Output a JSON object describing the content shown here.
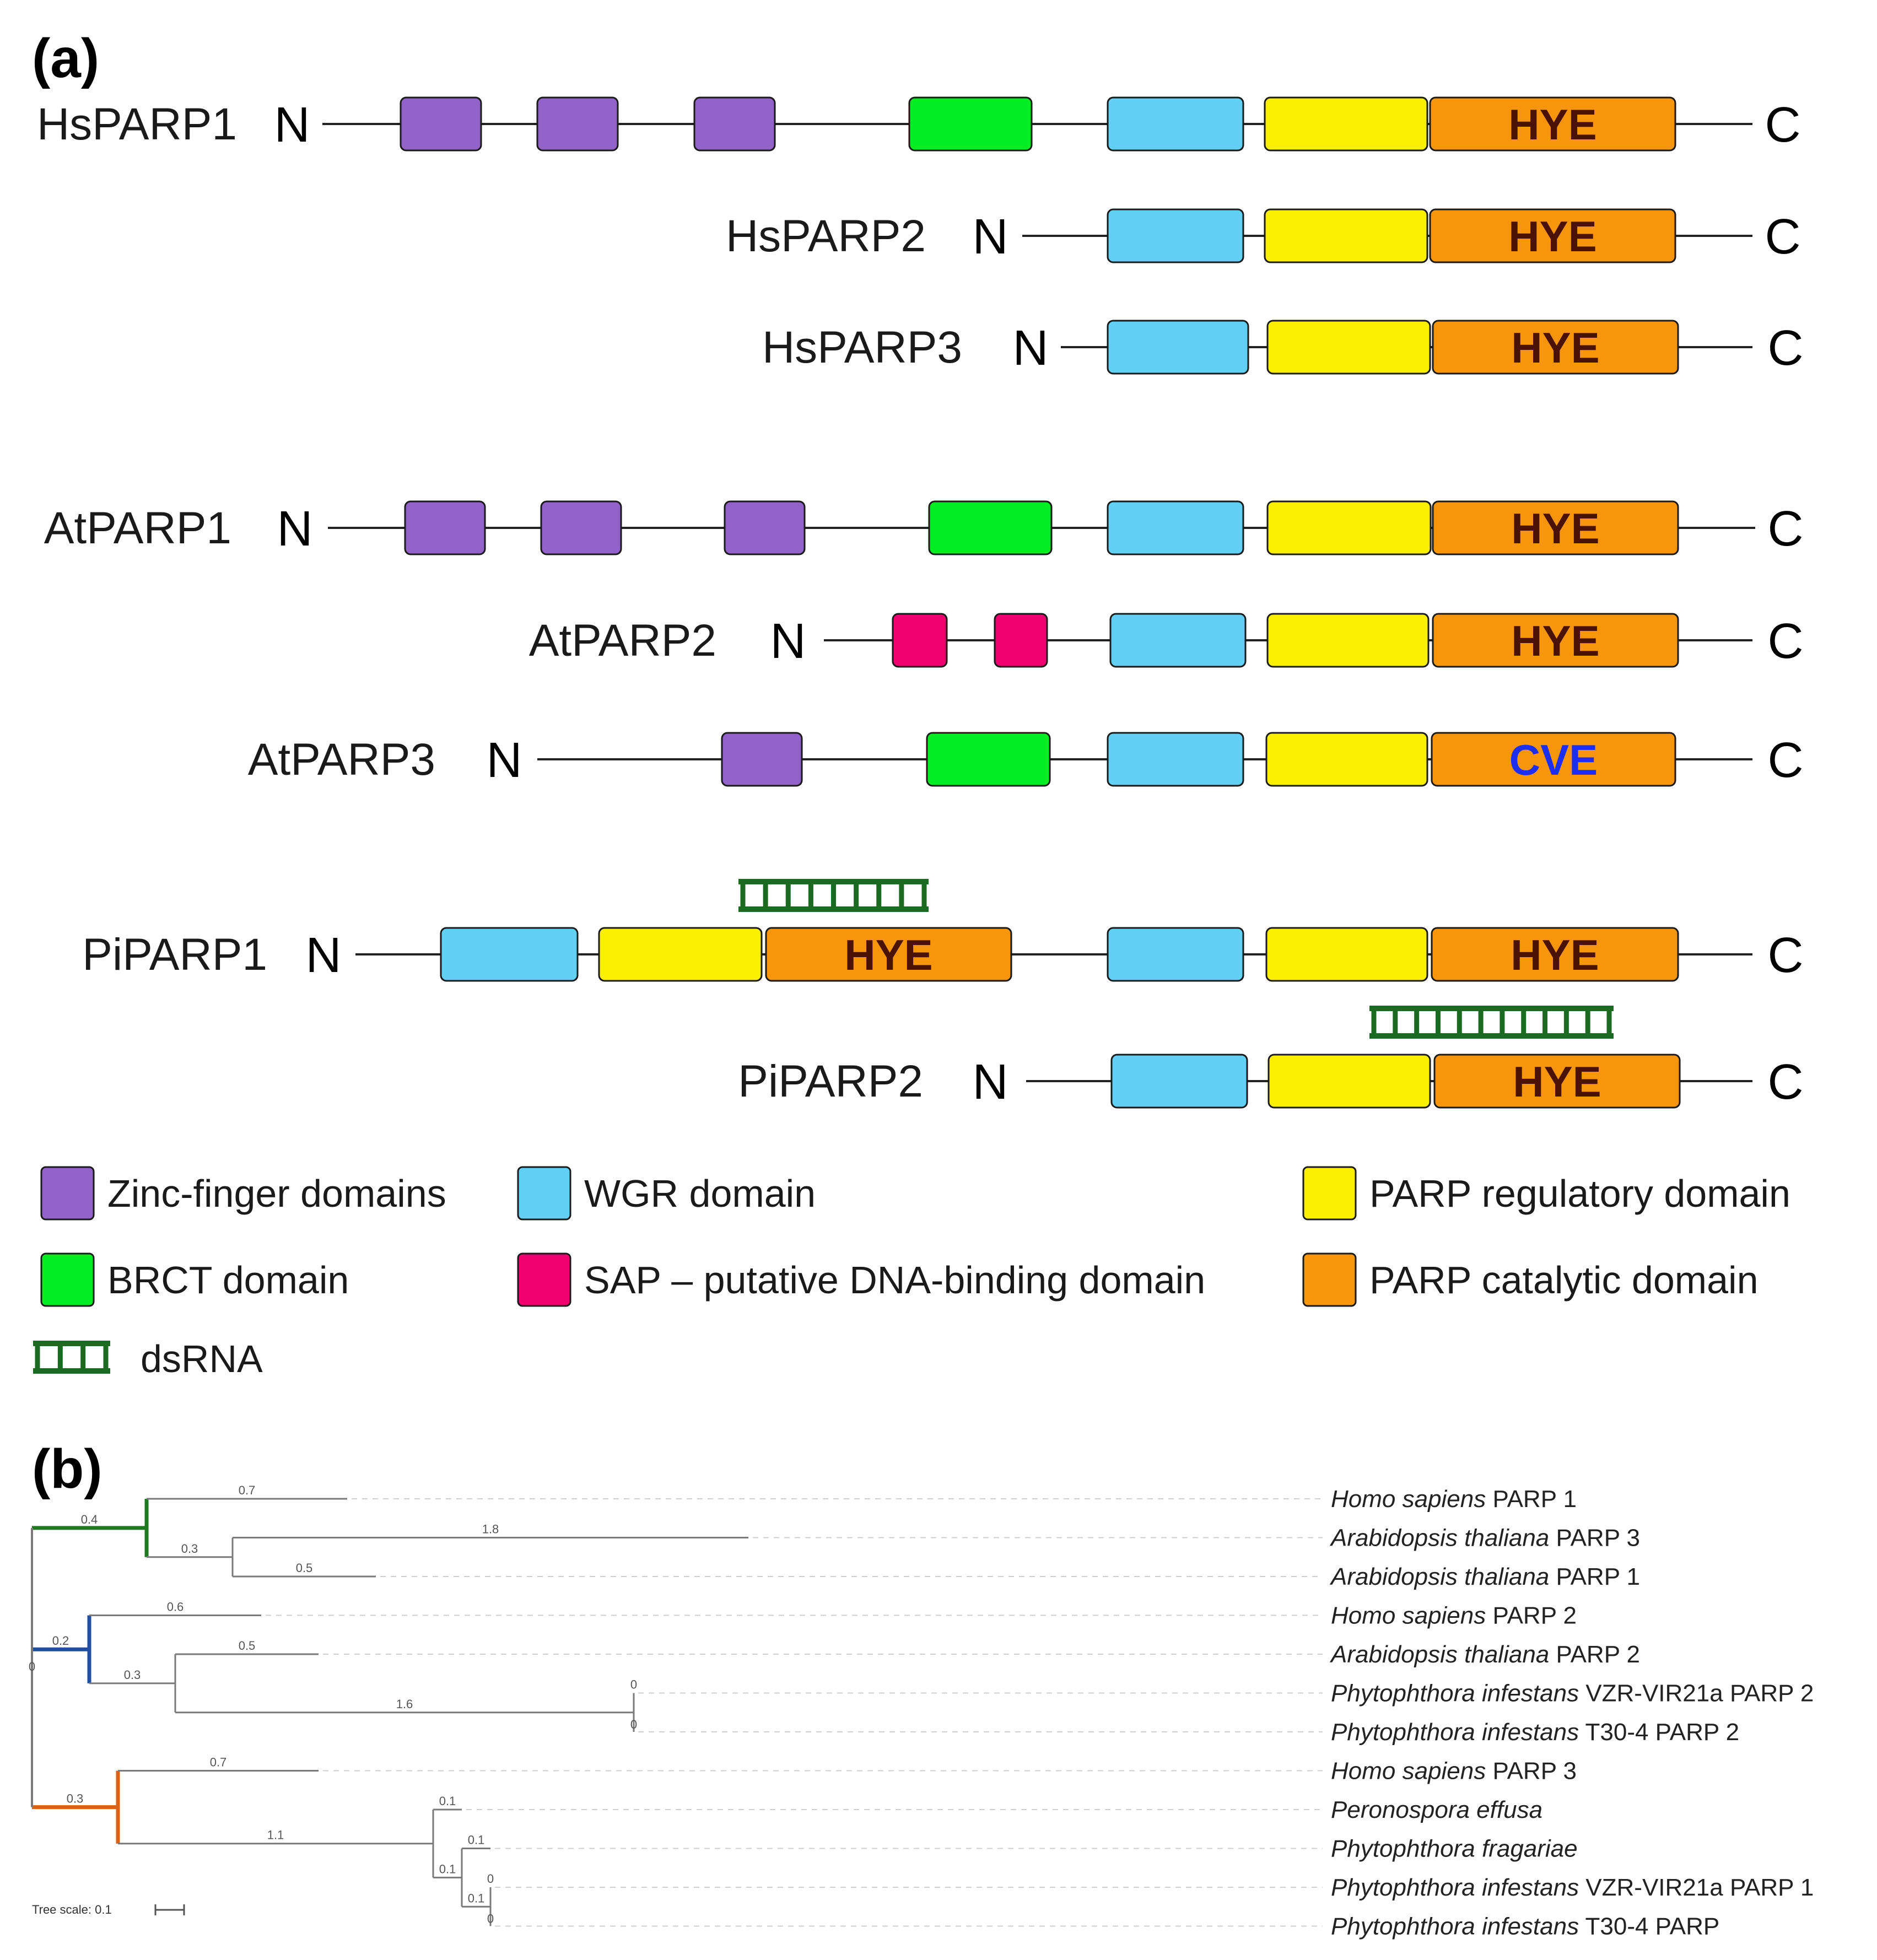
{
  "panel_a": {
    "label": "(a)",
    "proteins": [
      {
        "name": "HsPARP1",
        "domains": [
          "zinc",
          "zinc",
          "zinc",
          "brct",
          "wgr",
          "reg",
          "cat"
        ],
        "motif": "HYE"
      },
      {
        "name": "HsPARP2",
        "domains": [
          "wgr",
          "reg",
          "cat"
        ],
        "motif": "HYE"
      },
      {
        "name": "HsPARP3",
        "domains": [
          "wgr",
          "reg",
          "cat"
        ],
        "motif": "HYE"
      },
      {
        "name": "AtPARP1",
        "domains": [
          "zinc",
          "zinc",
          "zinc",
          "brct",
          "wgr",
          "reg",
          "cat"
        ],
        "motif": "HYE"
      },
      {
        "name": "AtPARP2",
        "domains": [
          "sap",
          "sap",
          "wgr",
          "reg",
          "cat"
        ],
        "motif": "HYE"
      },
      {
        "name": "AtPARP3",
        "domains": [
          "zinc",
          "brct",
          "wgr",
          "reg",
          "cat"
        ],
        "motif": "CVE"
      },
      {
        "name": "PiPARP1",
        "domains": [
          "wgr",
          "reg",
          "cat",
          "wgr",
          "reg",
          "cat"
        ],
        "motif": "HYE",
        "dsrna": true
      },
      {
        "name": "PiPARP2",
        "domains": [
          "wgr",
          "reg",
          "cat"
        ],
        "motif": "HYE",
        "dsrna": true
      }
    ],
    "n_terminus": "N",
    "c_terminus": "C",
    "legend": [
      {
        "key": "zinc",
        "text": "Zinc-finger domains"
      },
      {
        "key": "wgr",
        "text": "WGR domain"
      },
      {
        "key": "reg",
        "text": "PARP regulatory domain"
      },
      {
        "key": "brct",
        "text": "BRCT domain"
      },
      {
        "key": "sap",
        "text": "SAP – putative DNA-binding domain"
      },
      {
        "key": "cat",
        "text": "PARP catalytic domain"
      },
      {
        "key": "dsrna",
        "text": "dsRNA"
      }
    ],
    "colors": {
      "zinc": "#9162c8",
      "brct": "#00ee22",
      "wgr": "#62cff5",
      "reg": "#f8f000",
      "cat": "#f7960a",
      "sap": "#f0006f",
      "dsrna": "#1b6a22",
      "motif_hye": "#4a1203",
      "motif_cve": "#1c2ef0"
    }
  },
  "panel_b": {
    "label": "(b)",
    "taxa": [
      {
        "species": "Homo sapiens",
        "suffix": " PARP 1"
      },
      {
        "species": "Arabidopsis thaliana",
        "suffix": " PARP 3"
      },
      {
        "species": "Arabidopsis thaliana",
        "suffix": " PARP 1"
      },
      {
        "species": "Homo sapiens",
        "suffix": " PARP 2"
      },
      {
        "species": "Arabidopsis thaliana",
        "suffix": " PARP 2"
      },
      {
        "species": "Phytophthora infestans",
        "suffix": " VZR-VIR21a PARP 2"
      },
      {
        "species": "Phytophthora infestans",
        "suffix": " T30-4 PARP 2"
      },
      {
        "species": "Homo sapiens",
        "suffix": " PARP 3"
      },
      {
        "species": "Peronospora effusa",
        "suffix": ""
      },
      {
        "species": "Phytophthora fragariae",
        "suffix": ""
      },
      {
        "species": "Phytophthora infestans",
        "suffix": " VZR-VIR21a PARP 1"
      },
      {
        "species": "Phytophthora infestans",
        "suffix": " T30-4 PARP"
      }
    ],
    "branch_labels": {
      "root": "0",
      "clade1": "0.4",
      "t1": "0.7",
      "n_at": "0.3",
      "t2": "1.8",
      "t3": "0.5",
      "clade2": "0.2",
      "t4": "0.6",
      "n_b": "0.3",
      "t5": "0.5",
      "n_pi2": "1.6",
      "t6": "0",
      "t7": "0",
      "clade3": "0.3",
      "t8": "0.7",
      "n_oom": "1.1",
      "t9": "0.1",
      "n_f": "0.1",
      "t10": "0.1",
      "n_pi": "0.1",
      "t11": "0",
      "t12": "0"
    },
    "clade_colors": {
      "c1": "#1e7a1e",
      "c2": "#1f4fa0",
      "c3": "#d8621a"
    },
    "scale_label": "Tree scale: 0.1"
  }
}
